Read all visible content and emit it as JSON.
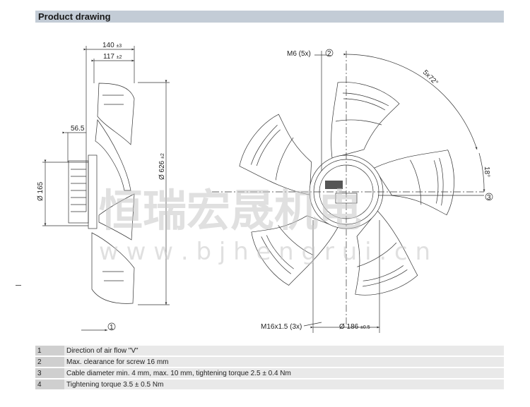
{
  "header": {
    "title": "Product drawing"
  },
  "dimensions": {
    "depth_total": "140",
    "depth_total_tol": "±3",
    "depth_blade": "117",
    "depth_blade_tol": "±2",
    "offset": "56.5",
    "hub_dia": "Ø 165",
    "blade_dia": "Ø 626",
    "blade_dia_tol": "±2",
    "thread_m6": "M6 (5x)",
    "angle_pitch": "5x72°",
    "angle_offset": "18°",
    "thread_m16": "M16x1.5 (3x)",
    "flange_dia": "Ø 186",
    "flange_dia_tol": "±0.5"
  },
  "callouts": [
    "1",
    "2",
    "3"
  ],
  "watermark": {
    "cn": "恒瑞宏晟机电",
    "url": "w w w . b j h e n g r u i . c n"
  },
  "legend": [
    {
      "num": "1",
      "text": "Direction of air flow \"V\""
    },
    {
      "num": "2",
      "text": "Max. clearance for screw 16 mm"
    },
    {
      "num": "3",
      "text": "Cable diameter min. 4 mm, max. 10 mm, tightening torque 2.5 ± 0.4 Nm"
    },
    {
      "num": "4",
      "text": "Tightening torque 3.5 ± 0.5 Nm"
    }
  ]
}
